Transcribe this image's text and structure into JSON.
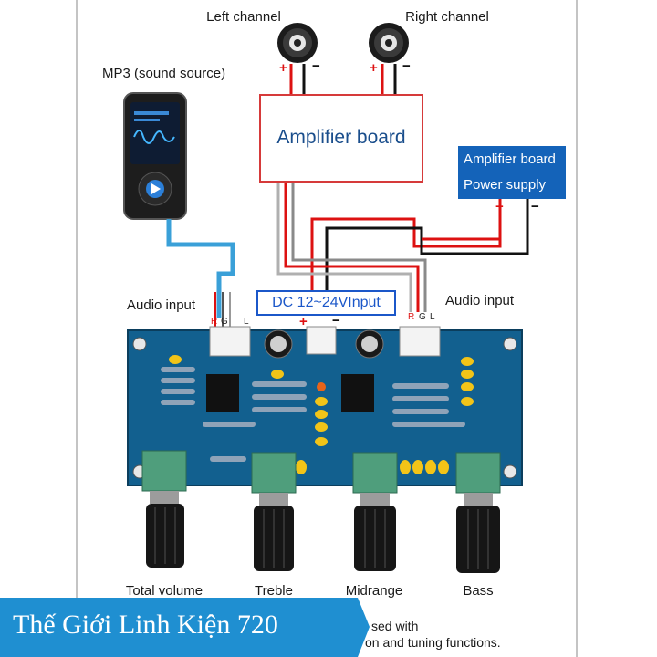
{
  "labels": {
    "left_channel": "Left channel",
    "right_channel": "Right channel",
    "mp3": "MP3 (sound source)",
    "amplifier_board": "Amplifier board",
    "ps_line1": "Amplifier board",
    "ps_line2": "Power supply",
    "audio_input_left": "Audio input",
    "audio_input_right": "Audio input",
    "dc_input": "DC 12~24VInput",
    "total_volume": "Total volume",
    "treble": "Treble",
    "midrange": "Midrange",
    "bass": "Bass",
    "bottom_line1": "sed with",
    "bottom_line2": "on and tuning functions."
  },
  "polarity": {
    "plus": "+",
    "minus": "−"
  },
  "rgl": {
    "r": "R",
    "g": "G",
    "l": "L"
  },
  "banner": {
    "text": "Thế Giới Linh Kiện 720"
  },
  "colors": {
    "amp_border": "#d63a3a",
    "power_box": "#1463b9",
    "dc_border": "#1b57c9",
    "pcb": "#12608f",
    "signal_cable": "#3aa0d8",
    "banner": "#1f8fd1"
  }
}
